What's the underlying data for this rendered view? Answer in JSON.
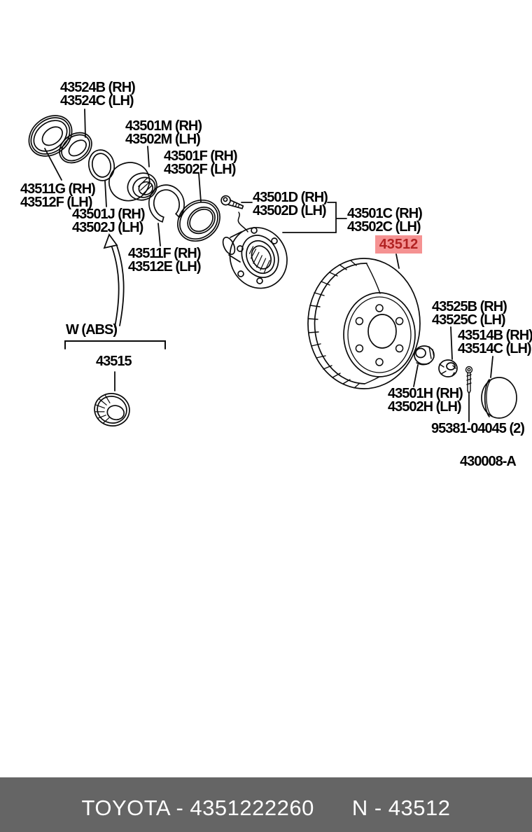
{
  "diagram": {
    "highlight": {
      "label": "43512"
    },
    "ref_code": "430008-A",
    "abs_note": "W (ABS)",
    "labels": {
      "dust_cover": {
        "line1": "43524B (RH)",
        "line2": "43524C (LH)"
      },
      "wheel_bearing": {
        "line1": "43501M (RH)",
        "line2": "43502M (LH)"
      },
      "inner_seal": {
        "line1": "43501F (RH)",
        "line2": "43502F (LH)"
      },
      "outer_seal": {
        "line1": "43511G (RH)",
        "line2": "43512F (LH)"
      },
      "spacer_ring": {
        "line1": "43501J (RH)",
        "line2": "43502J (LH)"
      },
      "snap_ring": {
        "line1": "43511F (RH)",
        "line2": "43512E (LH)"
      },
      "hub_bolt": {
        "line1": "43501D (RH)",
        "line2": "43502D (LH)"
      },
      "axle_hub": {
        "line1": "43501C (RH)",
        "line2": "43502C (LH)"
      },
      "lock_washer": {
        "line1": "43525B (RH)",
        "line2": "43525C (LH)"
      },
      "grease_cap": {
        "line1": "43514B (RH)",
        "line2": "43514C (LH)"
      },
      "hub_nut": {
        "line1": "43501H (RH)",
        "line2": "43502H (LH)"
      },
      "cotter_pin": {
        "line1": "95381-04045 (2)"
      },
      "abs_bearing": {
        "line1": "43515"
      }
    }
  },
  "footer": {
    "brand_code": "TOYOTA - 4351222260",
    "figure_code": "N - 43512"
  }
}
